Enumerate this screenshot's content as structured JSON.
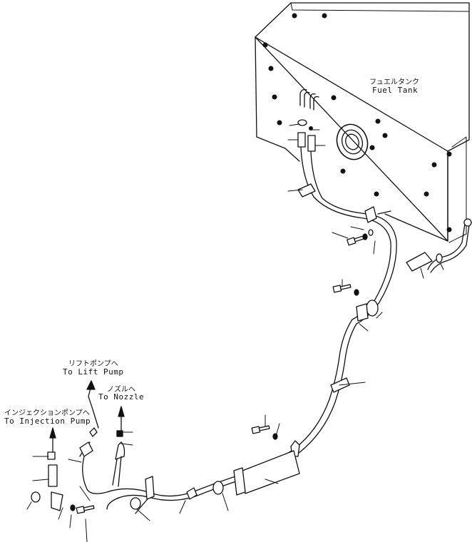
{
  "labels": {
    "fuel_tank_ja": "フュエルタンク",
    "fuel_tank_en": "Fuel Tank",
    "lift_pump_ja": "リフトポンプへ",
    "lift_pump_en": "To Lift Pump",
    "nozzle_ja": "ノズルへ",
    "nozzle_en": "To Nozzle",
    "injection_pump_ja": "インジェクションポンプへ",
    "injection_pump_en": "To Injection Pump"
  },
  "colors": {
    "line": "#111111",
    "background": "#ffffff"
  }
}
